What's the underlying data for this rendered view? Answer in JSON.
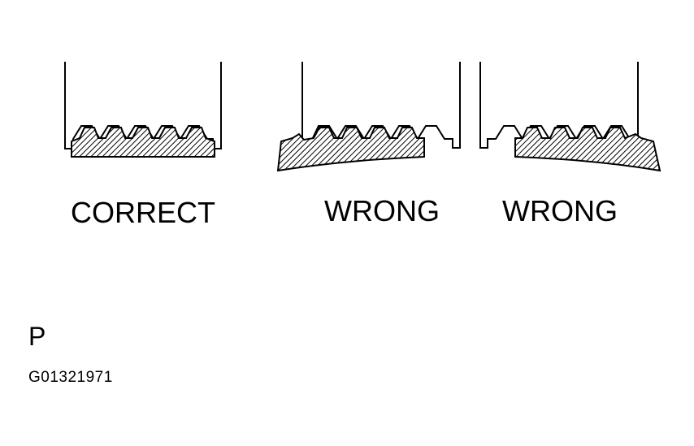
{
  "diagram": {
    "panels": [
      {
        "id": "correct",
        "caption": "CORRECT"
      },
      {
        "id": "wrong-left",
        "caption": "WRONG"
      },
      {
        "id": "wrong-right",
        "caption": "WRONG"
      }
    ],
    "section_letter": "P",
    "figure_code": "G01321971",
    "colors": {
      "ink": "#000000",
      "background": "#ffffff"
    }
  }
}
